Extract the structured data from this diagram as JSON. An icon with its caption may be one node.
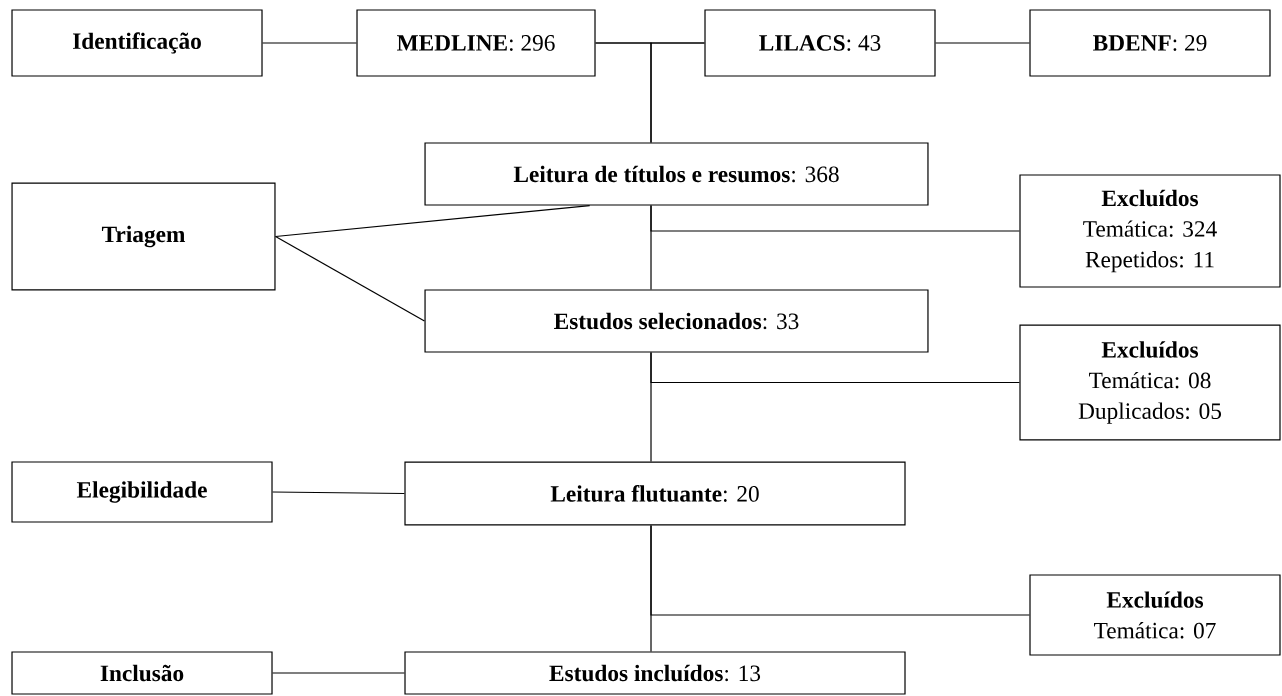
{
  "diagram": {
    "nodes": [
      {
        "text": [
          "Identificação"
        ]
      },
      {
        "text": [
          "**MEDLINE**: 296"
        ]
      },
      {
        "text": [
          "**LILACS**: 43"
        ]
      },
      {
        "text": [
          "**BDENF**: 29"
        ]
      },
      {
        "text": [
          "Triagem"
        ]
      },
      {
        "text": [
          "**Leitura de títulos e resumos**: 368"
        ]
      },
      {
        "text": [
          "Excluídos",
          "Temática: 324",
          "Repetidos: 11"
        ]
      },
      {
        "text": [
          "**Estudos selecionados**: 33"
        ]
      },
      {
        "text": [
          "Excluídos",
          "Temática: 08",
          "Duplicados: 05"
        ]
      },
      {
        "text": [
          "Elegibilidade"
        ]
      },
      {
        "text": [
          "**Leitura flutuante**: 20"
        ]
      },
      {
        "text": [
          "Excluídos",
          "Temática: 07"
        ]
      },
      {
        "text": [
          "Inclusão"
        ]
      },
      {
        "text": [
          "**Estudos incluídos**: 13"
        ]
      }
    ],
    "edges": [
      {
        "from": 0,
        "to": 1,
        "arrow": "none"
      },
      {
        "from": 1,
        "to": 2,
        "arrow": "none"
      },
      {
        "from": 2,
        "to": 3,
        "arrow": "none"
      },
      {
        "from": 1,
        "to": 5,
        "arrow": "none"
      },
      {
        "from": 2,
        "to": 5,
        "arrow": "none"
      },
      {
        "from": 4,
        "to": 5,
        "arrow": "none"
      },
      {
        "from": 4,
        "to": 7,
        "arrow": "none"
      },
      {
        "from": 5,
        "to": 7,
        "arrow": "none"
      },
      {
        "from": 5,
        "to": 6,
        "arrow": "none"
      },
      {
        "from": 7,
        "to": 10,
        "arrow": "none"
      },
      {
        "from": 7,
        "to": 8,
        "arrow": "none"
      },
      {
        "from": 9,
        "to": 10,
        "arrow": "none"
      },
      {
        "from": 10,
        "to": 13,
        "arrow": "none"
      },
      {
        "from": 10,
        "to": 11,
        "arrow": "none"
      },
      {
        "from": 12,
        "to": 13,
        "arrow": "none"
      }
    ]
  }
}
